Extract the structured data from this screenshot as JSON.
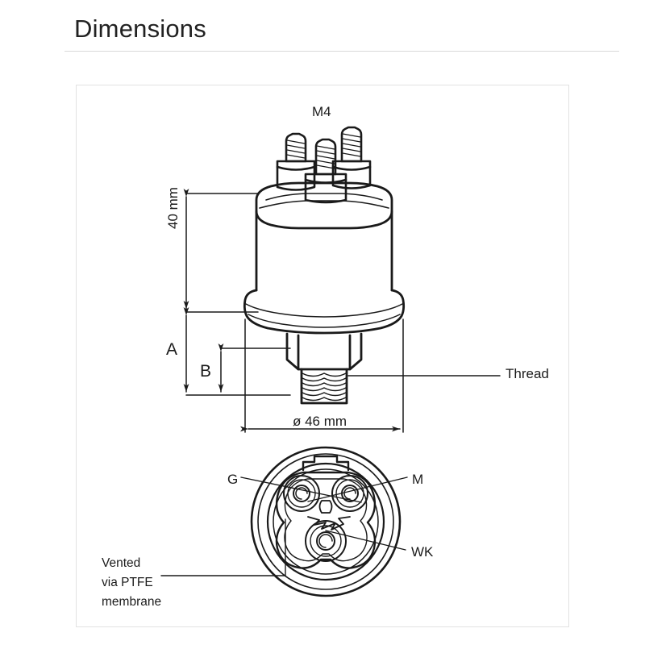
{
  "header": {
    "title": "Dimensions"
  },
  "drawing": {
    "title": "pressure-sensor-dimensional-drawing",
    "labels": {
      "terminal_thread": "M4",
      "overall_height": "40 mm",
      "dim_a": "A",
      "dim_b": "B",
      "diameter": "ø 46 mm",
      "thread": "Thread",
      "terminal_g": "G",
      "terminal_m": "M",
      "terminal_wk": "WK",
      "vented_line1": "Vented",
      "vented_line2": "via PTFE",
      "vented_line3": "membrane"
    }
  },
  "colors": {
    "line": "#1a1a1a",
    "panel_border": "#e2e2e2",
    "divider": "#d8d8d8",
    "title_text": "#222222",
    "background": "#ffffff"
  }
}
